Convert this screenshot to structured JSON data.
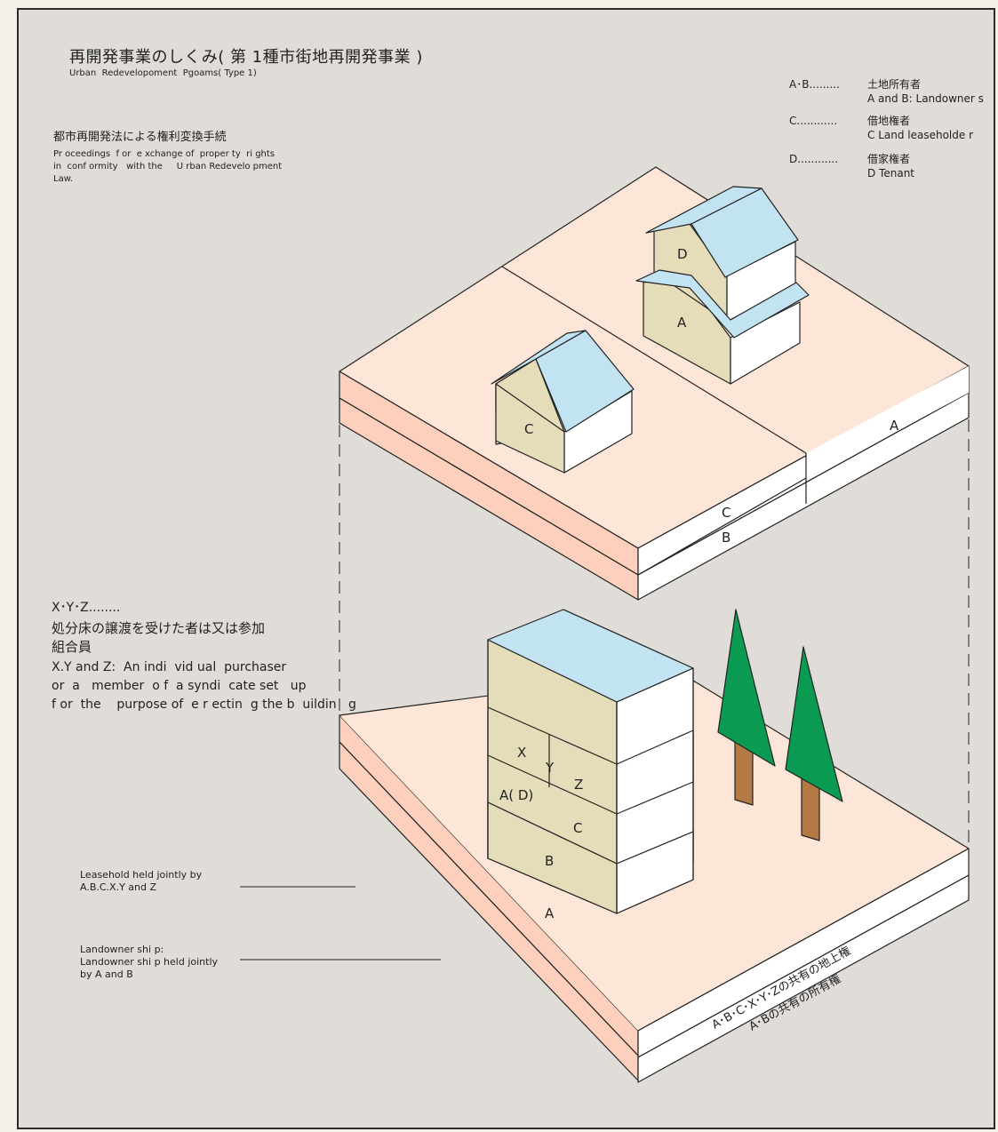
{
  "title": {
    "jp": "再開発事業のしくみ( 第 1種市街地再開発事業 )",
    "en": "Urban  Redevelopoment  Pgoams( Type 1)"
  },
  "subtitle": {
    "jp": "都市再開発法による権利変換手続",
    "en_lines": [
      "Pr oceedings  f or  e xchange of  proper ty  ri ghts",
      "in  conf ormity   with the     U rban Redevelo pment",
      "Law."
    ]
  },
  "legend": [
    {
      "key": "A･B.........",
      "jp": "土地所有者",
      "en": "A and B: Landowner s"
    },
    {
      "key": "C............",
      "jp": "借地権者",
      "en": "C Land leaseholde r"
    },
    {
      "key": "D............",
      "jp": "借家権者",
      "en": "D Tenant"
    }
  ],
  "xyz_note": {
    "key": "X･Y･Z........",
    "jp_lines": [
      "処分床の譲渡を受けた者は又は参加",
      "組合員"
    ],
    "en_lines": [
      "X.Y and Z:  An indi  vid ual  purchaser",
      "or  a   member  o f  a syndi  cate set   up",
      "f or  the    purpose of  e r ectin  g the b  uildin   g"
    ]
  },
  "callouts": {
    "leasehold": [
      "Leasehold held jointly by",
      "A.B.C.X.Y and Z"
    ],
    "landownership": [
      "Landowner shi p:",
      "Landowner shi p held jointly",
      "by A and B"
    ]
  },
  "before_labels": {
    "house_d_upper": "D",
    "house_d_lower": "A",
    "house_c": "C",
    "plot_right": "A",
    "side_c": "C",
    "side_b": "B"
  },
  "after_labels": {
    "floor_x": "X",
    "floor_y": "Y",
    "floor_z": "Z",
    "floor_ad": "A( D)",
    "floor_c": "C",
    "floor_b": "B",
    "floor_a": "A"
  },
  "slab_labels": {
    "upper": "A･B･C･X･Y･Zの共有の地上権",
    "lower": "A･Bの共有の所有権"
  },
  "colors": {
    "slab_top": "#fde5d8",
    "slab_side_pink": "#fcd0bc",
    "roof": "#c2e3f2",
    "wall_tan": "#e5dcb9",
    "tree_green": "#0a9a52",
    "trunk": "#b47a46",
    "background": "#e0dcd8"
  }
}
